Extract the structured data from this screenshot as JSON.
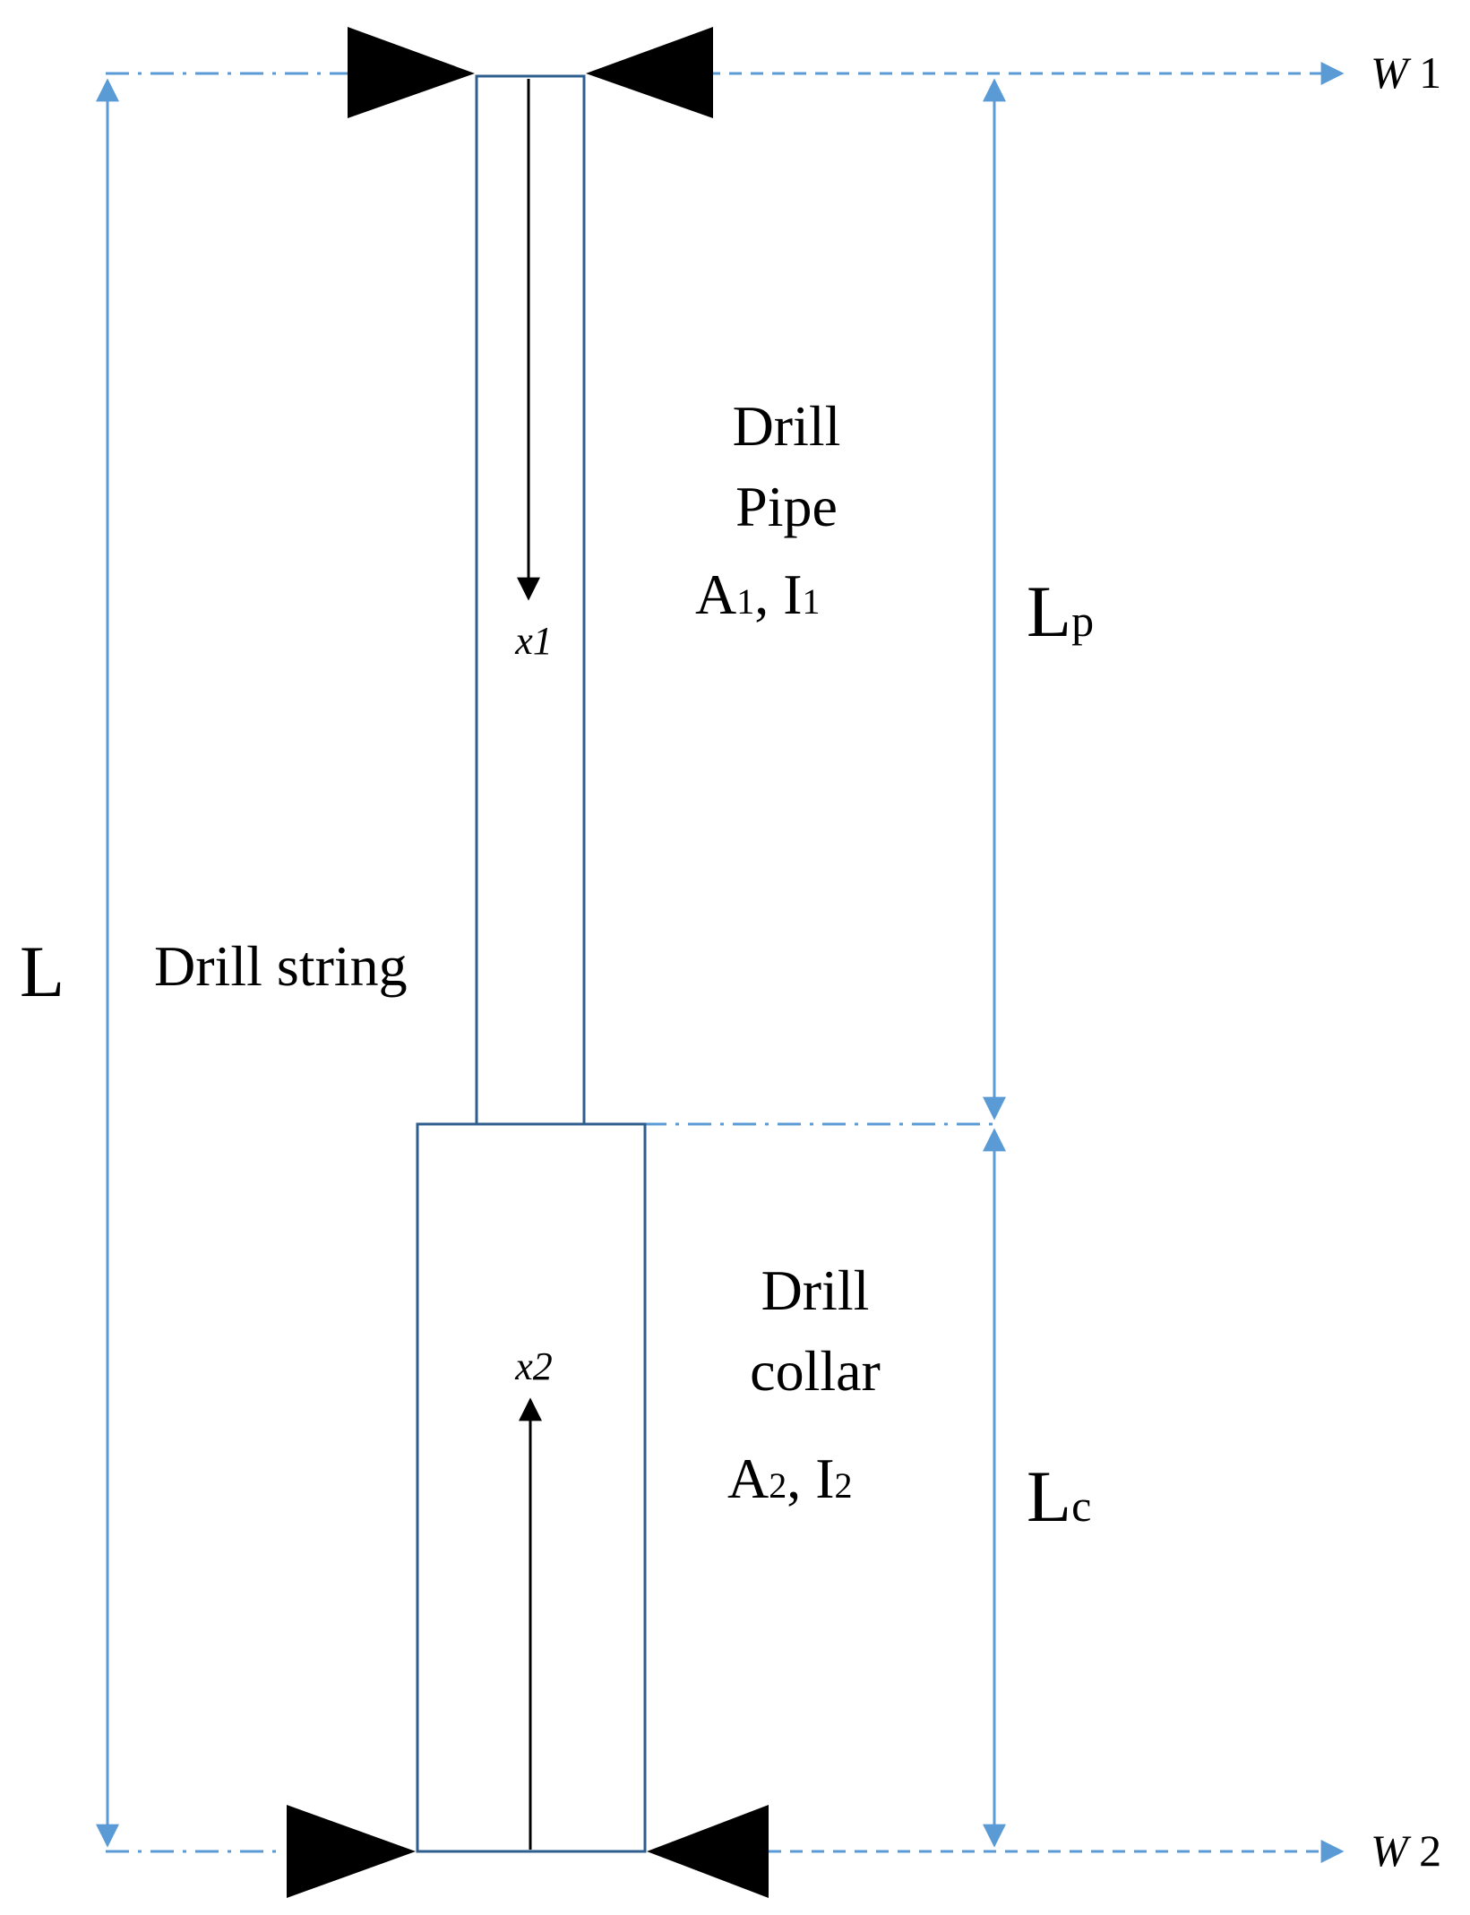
{
  "diagram": {
    "labels": {
      "overall_length": "L",
      "pipe_length": "L",
      "pipe_length_sub": "p",
      "collar_length": "L",
      "collar_length_sub": "c",
      "string": "Drill string",
      "pipe_line1": "Drill",
      "pipe_line2": "Pipe",
      "pipe_props_a": "A",
      "pipe_props_a_sub": "1",
      "pipe_props_sep": ", I",
      "pipe_props_i_sub": "1",
      "collar_line1": "Drill",
      "collar_line2": "collar",
      "collar_props_a": "A",
      "collar_props_a_sub": "2",
      "collar_props_sep": ", I",
      "collar_props_i_sub": "2",
      "x1": "x1",
      "x2": "x2",
      "w1_var": "W",
      "w1_num": " 1",
      "w2_var": "W",
      "w2_num": " 2"
    },
    "colors": {
      "dimension": "#5B9BD5",
      "outline": "#2E5E8E",
      "arrow": "#000000",
      "support": "#000000",
      "text": "#000000"
    }
  }
}
